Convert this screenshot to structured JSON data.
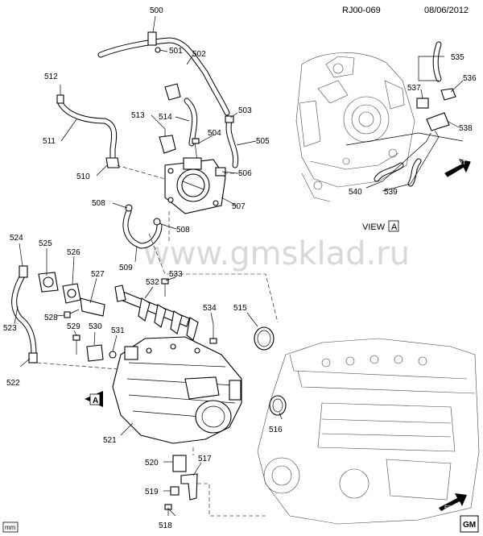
{
  "header": {
    "drawing_id": "RJ00-069",
    "date": "08/06/2012"
  },
  "watermark": "www.gmsklad.ru",
  "view": {
    "label": "VIEW",
    "letter": "A"
  },
  "arrows": {
    "front": "FRT",
    "view_a": "A"
  },
  "units_badge": "mm",
  "logo": "GM",
  "callouts": {
    "c500": "500",
    "c501": "501",
    "c502": "502",
    "c503": "503",
    "c504": "504",
    "c505": "505",
    "c506": "506",
    "c507": "507",
    "c508a": "508",
    "c508b": "508",
    "c509": "509",
    "c510": "510",
    "c511": "511",
    "c512": "512",
    "c513": "513",
    "c514": "514",
    "c515": "515",
    "c516": "516",
    "c517": "517",
    "c518": "518",
    "c519": "519",
    "c520": "520",
    "c521": "521",
    "c522": "522",
    "c523": "523",
    "c524": "524",
    "c525": "525",
    "c526": "526",
    "c527": "527",
    "c528": "528",
    "c529": "529",
    "c530": "530",
    "c531": "531",
    "c532": "532",
    "c533": "533",
    "c534": "534",
    "c535": "535",
    "c536": "536",
    "c537": "537",
    "c538": "538",
    "c539": "539",
    "c540": "540"
  }
}
